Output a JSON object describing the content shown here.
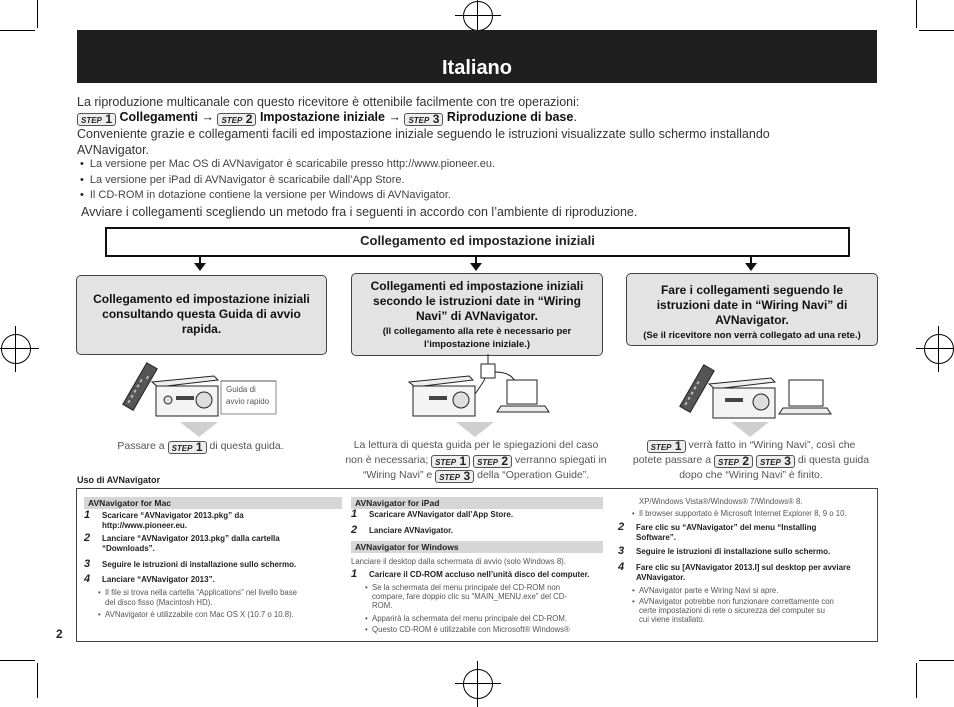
{
  "header": {
    "title": "Italiano"
  },
  "intro": {
    "line1": "La riproduzione multicanale con questo ricevitore è ottenibile facilmente con tre operazioni:",
    "steps": [
      {
        "badge": "STEP",
        "num": "1",
        "label": "Collegamenti"
      },
      {
        "badge": "STEP",
        "num": "2",
        "label": "Impostazione iniziale"
      },
      {
        "badge": "STEP",
        "num": "3",
        "label": "Riproduzione di base"
      }
    ],
    "arrow": "→",
    "period": ".",
    "line3": "Conveniente grazie e collegamenti facili ed impostazione iniziale seguendo le istruzioni visualizzate sullo schermo installando",
    "line4": "AVNavigator.",
    "bullets": [
      "La versione per Mac OS di AVNavigator è scaricabile presso http://www.pioneer.eu.",
      "La versione per iPad di AVNavigator è scaricabile dall’App Store.",
      "Il CD-ROM in dotazione contiene la versione per Windows di AVNavigator."
    ],
    "line5": "Avviare i collegamenti scegliendo un metodo fra i seguenti in accordo con l’ambiente di riproduzione."
  },
  "flow": {
    "main_title": "Collegamento ed impostazione iniziali",
    "box1": "Collegamento ed impostazione iniziali consultando questa Guida di avvio rapida.",
    "box2_title": "Collegamenti ed impostazione iniziali secondo le istruzioni date in “Wiring Navi” di AVNavigator.",
    "box2_note": "(Il collegamento alla rete è necessario per l’impostazione iniziale.)",
    "box3_title": "Fare i collegamenti seguendo le istruzioni date in “Wiring Navi” di AVNavigator.",
    "box3_note": "(Se il ricevitore non verrà collegato ad una rete.)",
    "guide_label1": "Guida di",
    "guide_label2": "avvio rapido",
    "cap1_pre": "Passare a",
    "cap1_post": "di questa guida.",
    "cap2_l1": "La lettura di questa guida per le spiegazioni del caso",
    "cap2_l2a": "non è necessaria;",
    "cap2_l2b": "verranno spiegati in",
    "cap2_l3a": "“Wiring Navi” e",
    "cap2_l3b": "della “Operation Guide”.",
    "cap3_l1": "verrà fatto in “Wiring Navi”, così che",
    "cap3_l2a": "potete passare a",
    "cap3_l2b": "di questa guida",
    "cap3_l3": "dopo che “Wiring Navi” è finito."
  },
  "uso": {
    "label": "Uso di AVNavigator",
    "mac": {
      "head": "AVNavigator for Mac",
      "items": [
        {
          "n": "1",
          "l1": "Scaricare “AVNavigator 2013.pkg” da",
          "l2": "http://www.pioneer.eu."
        },
        {
          "n": "2",
          "l1": "Lanciare “AVNavigator 2013.pkg” dalla cartella",
          "l2": "“Downloads”."
        },
        {
          "n": "3",
          "l1": "Seguire le istruzioni di installazione sullo schermo.",
          "l2": ""
        },
        {
          "n": "4",
          "l1": "Lanciare “AVNavigator 2013”.",
          "l2": ""
        }
      ],
      "notes": [
        "Il file si trova nella cartella “Applications” nel livello base",
        "del disco fisso (Macintosh HD).",
        "AVNavigator è utilizzabile con Mac OS X (10.7 o 10.8)."
      ]
    },
    "ipad": {
      "head": "AVNavigator for iPad",
      "items": [
        {
          "n": "1",
          "l1": "Scaricare AVNavigator dall’App Store."
        },
        {
          "n": "2",
          "l1": "Lanciare AVNavigator."
        }
      ]
    },
    "windows": {
      "head": "AVNavigator for Windows",
      "intro": "Lanciare il desktop dalla schermata di avvio (solo Windows 8).",
      "item1": "Caricare il CD-ROM accluso nell’unità disco del computer.",
      "notes": [
        "Se la schermata del menu principale del CD-ROM non",
        "compare, fare doppio clic su “MAIN_MENU.exe” del CD-",
        "ROM.",
        "Apparirà la schermata del menu principale del CD-ROM.",
        "Questo CD-ROM è utilizzabile con Microsoft® Windows®"
      ],
      "cont1": "XP/Windows Vista®/Windows® 7/Windows® 8.",
      "cont2": "Il browser supportato è Microsoft Internet Explorer 8, 9 o 10.",
      "items": [
        {
          "n": "2",
          "l1": "Fare clic su “AVNavigator” del menu “Installing",
          "l2": "Software”."
        },
        {
          "n": "3",
          "l1": "Seguire le istruzioni di installazione sullo schermo.",
          "l2": ""
        },
        {
          "n": "4",
          "l1": "Fare clic su [AVNavigator 2013.I] sul desktop per avviare",
          "l2": "AVNavigator."
        }
      ],
      "notes2": [
        "AVNavigator parte e Wiring Navi si apre.",
        "AVNavigator potrebbe non funzionare correttamente con",
        "certe impostazioni di rete o sicurezza del computer su",
        "cui viene installato."
      ]
    }
  },
  "page_number": "2"
}
